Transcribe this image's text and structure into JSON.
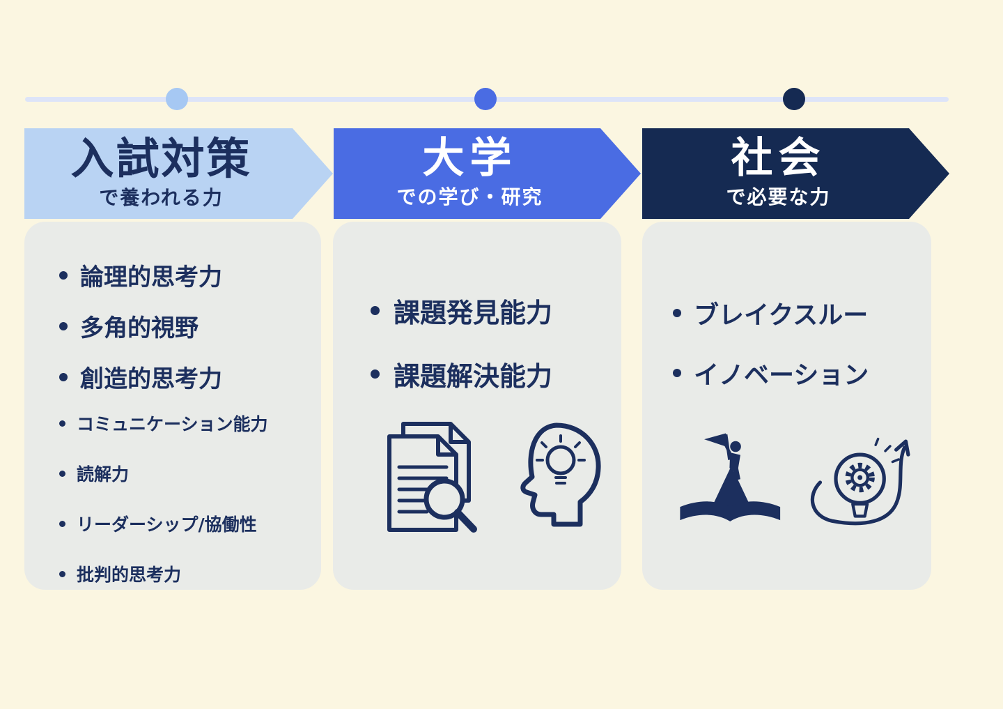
{
  "colors": {
    "background": "#FBF6E1",
    "light_blue": "#B9D3F3",
    "royal_blue": "#4A6CE3",
    "navy": "#152A52",
    "card_bg": "#E9EBE8",
    "text_navy": "#1C2F5E",
    "timeline_line": "#DDE4F8",
    "dot_light": "#A6C8F3",
    "white": "#FFFFFF"
  },
  "timeline": {
    "dot_colors": [
      "#A6C8F3",
      "#4A6CE3",
      "#152A52"
    ]
  },
  "columns": [
    {
      "id": "exam-prep",
      "banner": {
        "title": "入試対策",
        "subtitle": "で養われる力"
      },
      "items_primary": [
        "論理的思考力",
        "多角的視野",
        "創造的思考力"
      ],
      "items_secondary": [
        "コミュニケーション能力",
        "読解力",
        "リーダーシップ/協働性",
        "批判的思考力"
      ],
      "icons": []
    },
    {
      "id": "university",
      "banner": {
        "title": "大学",
        "subtitle": "での学び・研究"
      },
      "items_primary": [
        "課題発見能力",
        "課題解決能力"
      ],
      "items_secondary": [],
      "icons": [
        "document-magnifier-icon",
        "head-lightbulb-icon"
      ]
    },
    {
      "id": "society",
      "banner": {
        "title": "社会",
        "subtitle": "で必要な力"
      },
      "items_primary": [
        "ブレイクスルー",
        "イノベーション"
      ],
      "items_secondary": [],
      "icons": [
        "summit-flag-book-icon",
        "gear-lightbulb-arrow-icon"
      ]
    }
  ]
}
